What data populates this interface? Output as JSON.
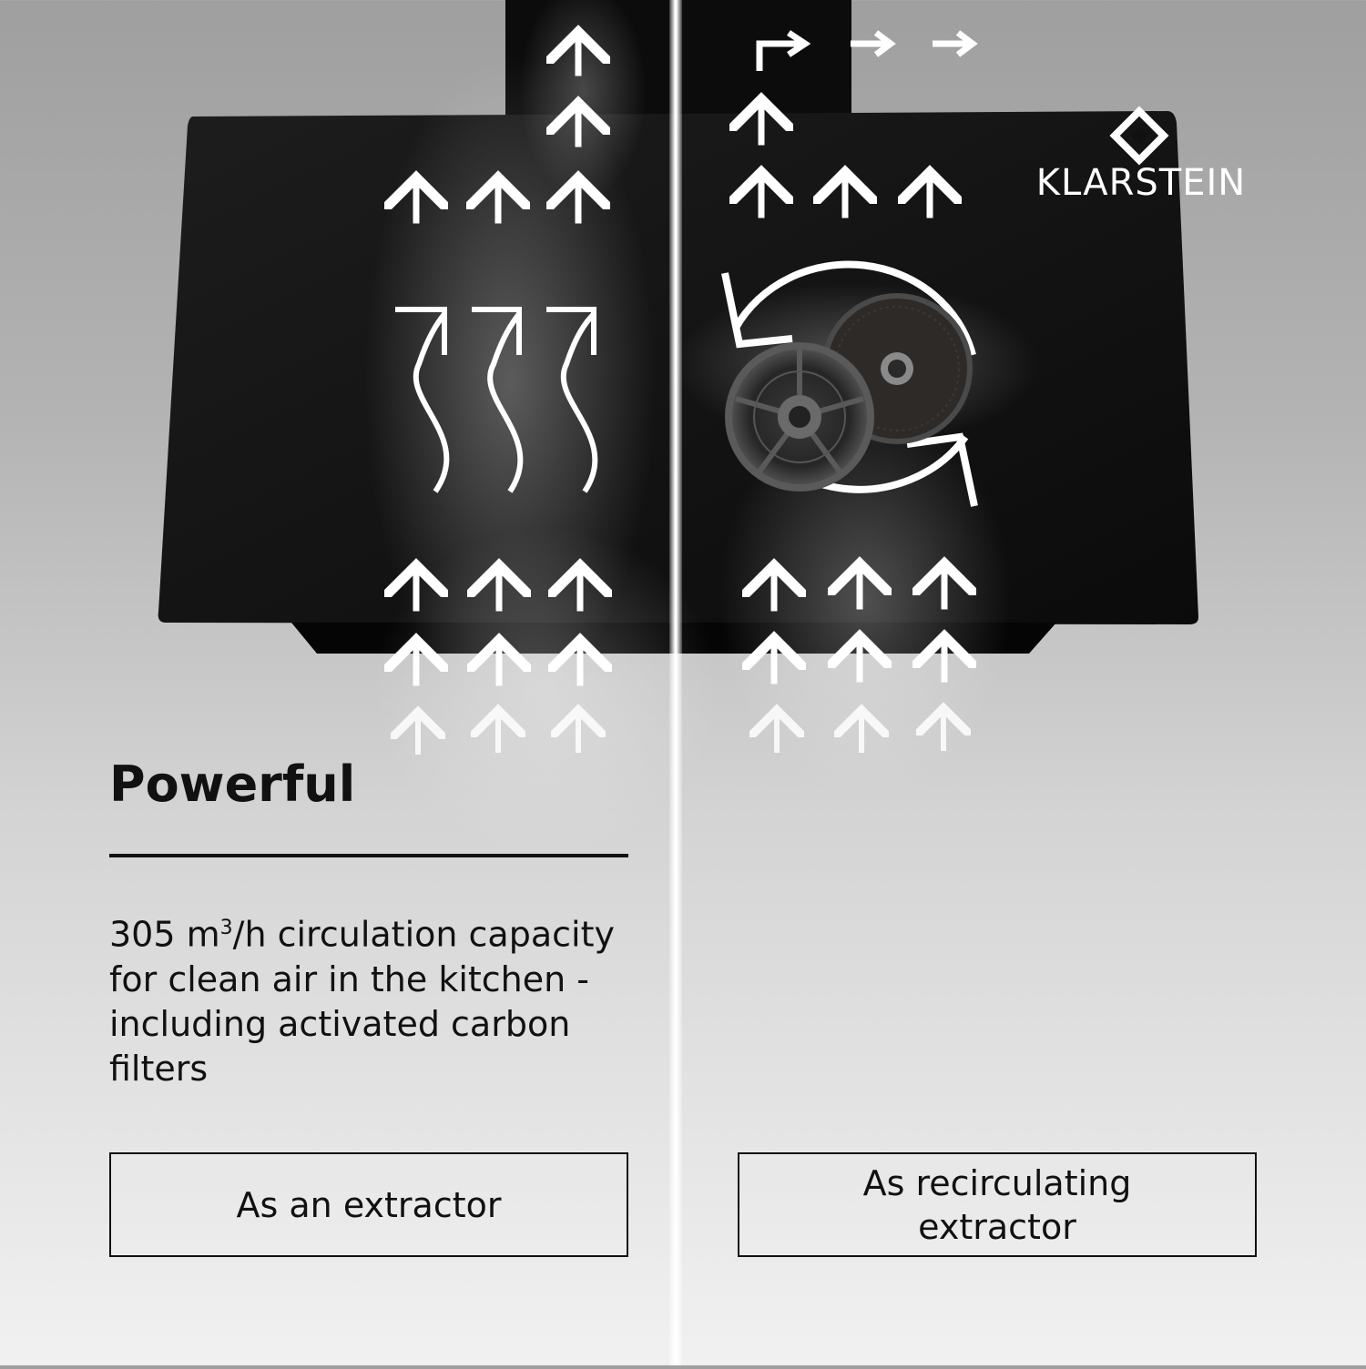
{
  "brand": {
    "name": "KLARSTEIN",
    "logo_icon": "diamond-logo-icon"
  },
  "headline": "Powerful",
  "description": {
    "lead": "305 m",
    "superscript": "3",
    "rest": "/h circulation capacity for clean air in the kitchen - including activated carbon filters"
  },
  "modes": {
    "left": "As an extractor",
    "right": "As recirculating extractor"
  },
  "colors": {
    "hood": "#111111",
    "arrows": "#ffffff",
    "text": "#111111"
  },
  "icons": [
    "up-arrow-icon",
    "right-arrow-icon",
    "wavy-arrow-icon",
    "circular-arrow-icon",
    "carbon-filter-icon"
  ]
}
